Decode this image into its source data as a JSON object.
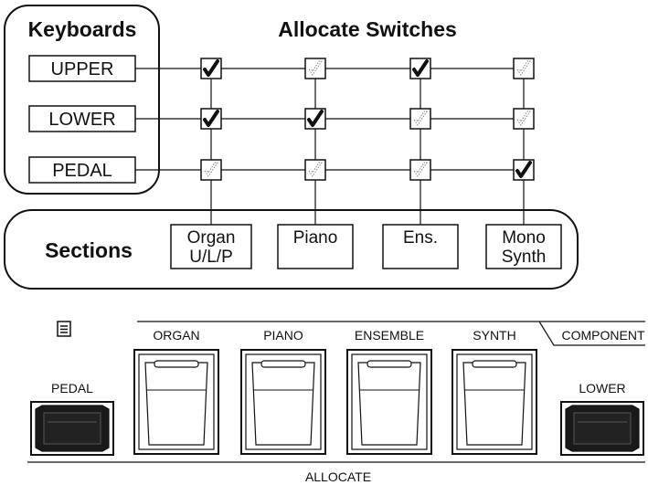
{
  "diagram": {
    "keyboards_title": "Keyboards",
    "allocate_title": "Allocate Switches",
    "sections_title": "Sections",
    "keyboards": [
      {
        "label": "UPPER",
        "checks": [
          true,
          false,
          true,
          false
        ]
      },
      {
        "label": "LOWER",
        "checks": [
          true,
          true,
          false,
          false
        ]
      },
      {
        "label": "PEDAL",
        "checks": [
          false,
          false,
          false,
          true
        ]
      }
    ],
    "sections": [
      {
        "line1": "Organ",
        "line2": "U/L/P"
      },
      {
        "line1": "Piano",
        "line2": ""
      },
      {
        "line1": "Ens.",
        "line2": ""
      },
      {
        "line1": "Mono",
        "line2": "Synth"
      }
    ]
  },
  "panel": {
    "menu_icon": "menu-list-icon",
    "allocate_buttons": [
      "ORGAN",
      "PIANO",
      "ENSEMBLE",
      "SYNTH"
    ],
    "component_label": "COMPONENT",
    "pedal_label": "PEDAL",
    "lower_label": "LOWER",
    "allocate_label": "ALLOCATE"
  }
}
